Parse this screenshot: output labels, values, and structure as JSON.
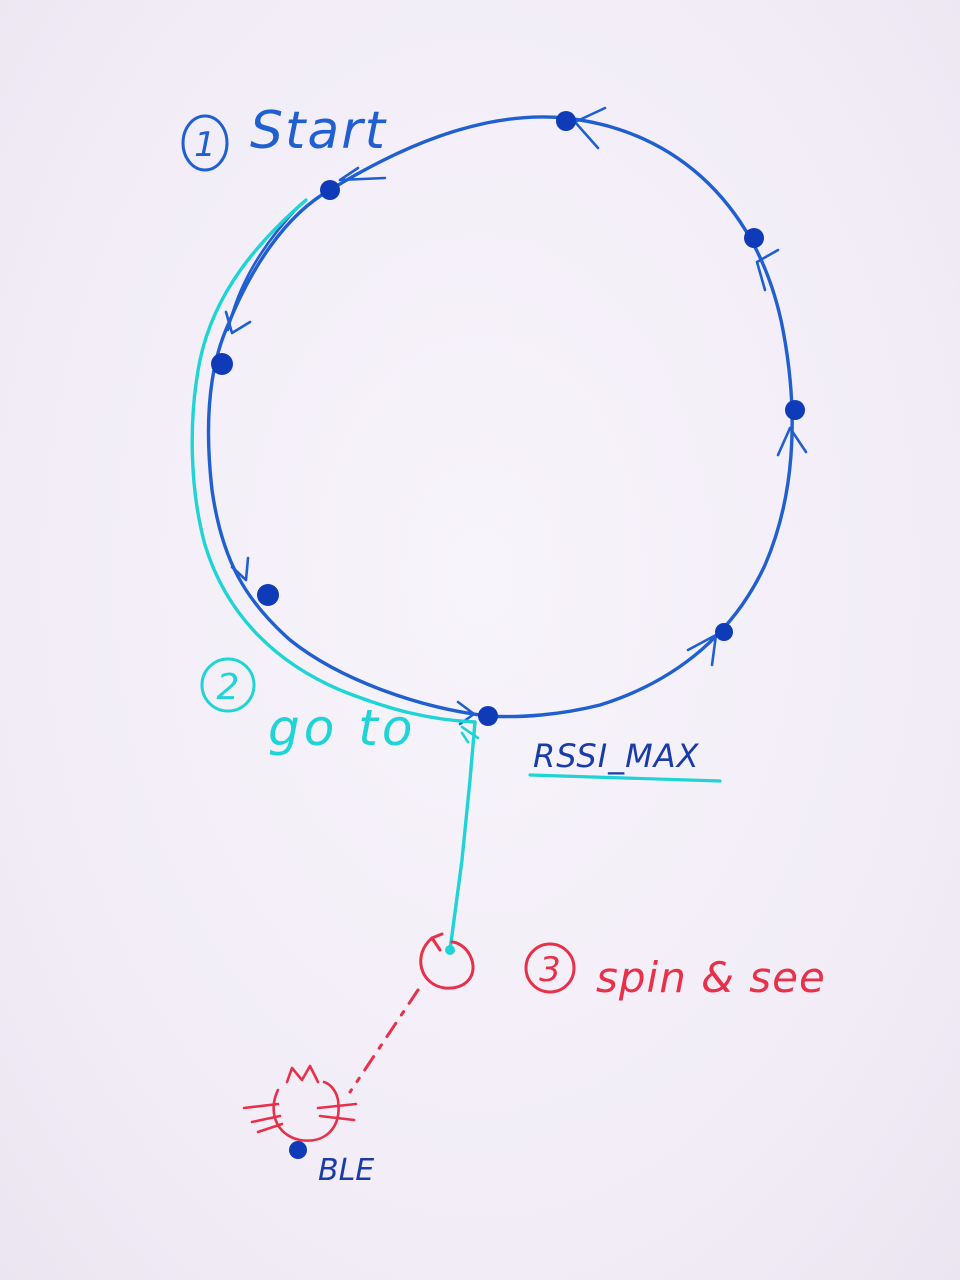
{
  "steps": {
    "start": {
      "number": "1",
      "label": "Start"
    },
    "goto": {
      "number": "2",
      "label": "go to"
    },
    "spin": {
      "number": "3",
      "label": "spin & see"
    }
  },
  "labels": {
    "rssi_max": "RSSI_MAX",
    "ble": "BLE"
  },
  "colors": {
    "loop": "#1f5fd0",
    "dot": "#0f3ab8",
    "path": "#1fd4d6",
    "target": "#e8304a",
    "ink_dark": "#1a3ca8"
  }
}
